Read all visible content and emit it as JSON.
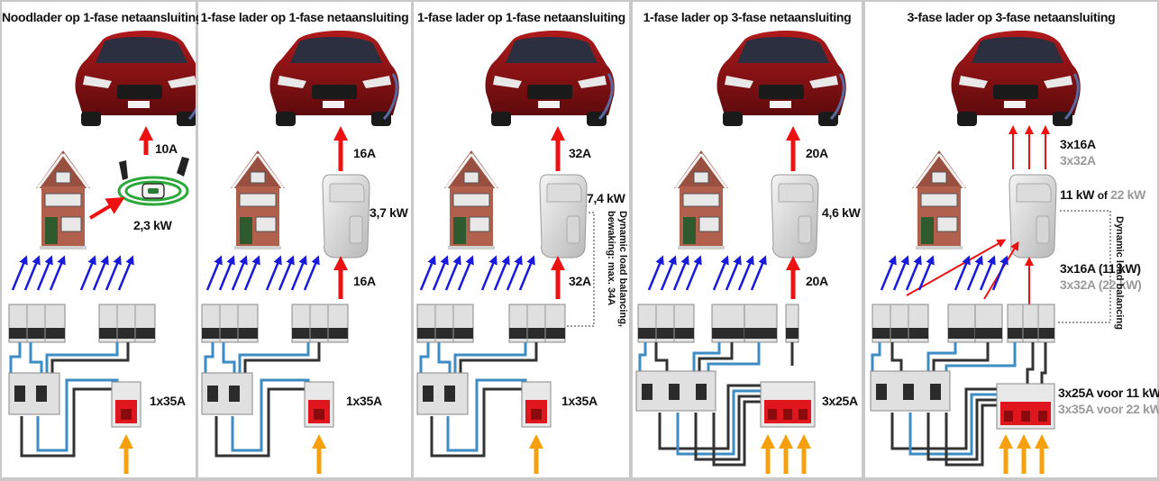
{
  "colors": {
    "panel_bg": "#ffffff",
    "separator": "#c9c9c9",
    "house_arrows": "#1a1adc",
    "charger_arrows": "#ee1111",
    "grid_arrows": "#f5a00c",
    "car_body": "#8a1214",
    "brick": "#b0604c",
    "mains_switch": "#e0161e",
    "cable_blue": "#3d8cc4"
  },
  "icons": [
    "car-icon",
    "house-icon",
    "wallbox-charger-icon",
    "portable-charger-icon",
    "circuit-breaker-icon",
    "main-fuse-icon"
  ],
  "panels": [
    {
      "title": "Noodlader op 1-fase netaansluiting",
      "charger_current": "10A",
      "charger_power": "2,3 kW",
      "connection": "1x35A"
    },
    {
      "title": "1-fase lader op 1-fase netaansluiting",
      "charger_current": "16A",
      "charger_power": "3,7 kW",
      "feed_current": "16A",
      "connection": "1x35A"
    },
    {
      "title": "1-fase lader op 1-fase netaansluiting",
      "charger_current": "32A",
      "charger_power": "7,4 kW",
      "feed_current": "32A",
      "connection": "1x35A",
      "note_line1": "Dynamic load balancing,",
      "note_line2": "bewaking: max. 34A"
    },
    {
      "title": "1-fase lader op 3-fase netaansluiting",
      "charger_current": "20A",
      "charger_power": "4,6 kW",
      "feed_current": "20A",
      "connection": "3x25A"
    },
    {
      "title": "3-fase lader op 3-fase netaansluiting",
      "charger_current": "3x16A",
      "charger_current_alt": "3x32A",
      "charger_power": "11 kW",
      "charger_power_of": "of",
      "charger_power_alt": "22 kW",
      "feed_current": "3x16A (11 kW)",
      "feed_current_alt": "3x32A (22 kW)",
      "connection": "3x25A voor 11 kW",
      "connection_alt": "3x35A voor 22 kW",
      "note_line1": "Dynamic load balancing"
    }
  ]
}
